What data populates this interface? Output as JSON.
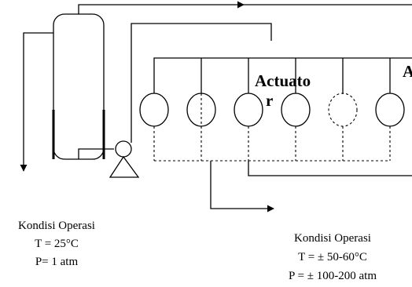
{
  "actuator_label": {
    "line1": "Actuato",
    "line2": "r"
  },
  "edge_fragment": "A",
  "left_conditions": {
    "title": "Kondisi Operasi",
    "temperature": "T = 25°C",
    "pressure": "P= 1 atm"
  },
  "right_conditions": {
    "title": "Kondisi Operasi",
    "temperature": "T = ± 50-60°C",
    "pressure": "P =  ± 100-200 atm"
  },
  "colors": {
    "line": "#000000",
    "background": "#ffffff"
  }
}
